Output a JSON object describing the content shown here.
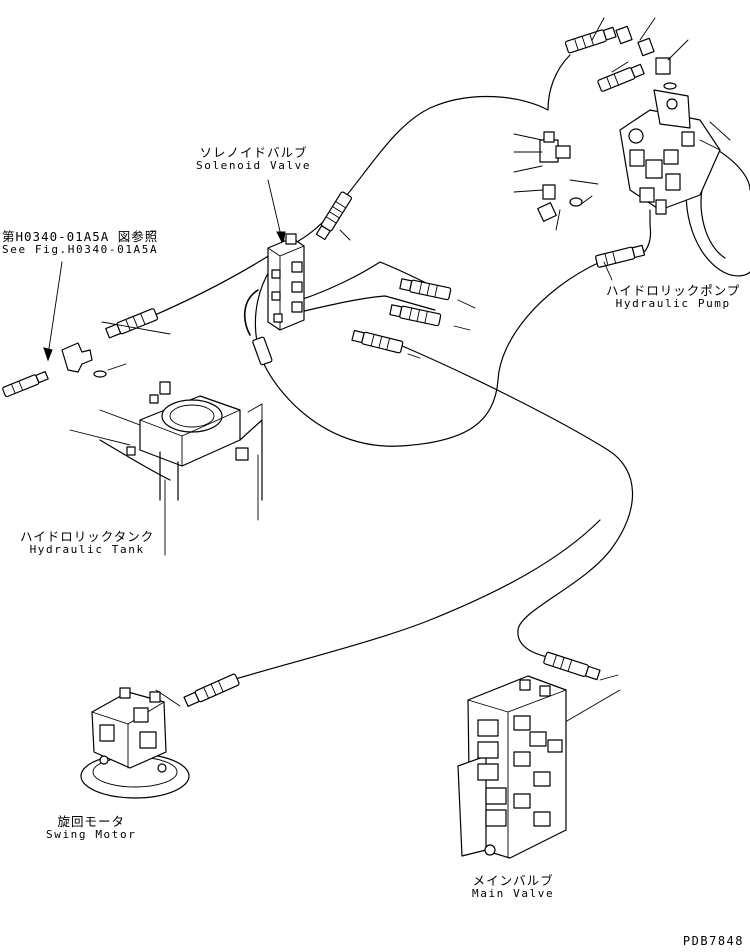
{
  "labels": {
    "solenoid_valve": {
      "jp": "ソレノイドバルブ",
      "en": "Solenoid Valve"
    },
    "see_fig": {
      "jp": "第H0340-01A5A 図参照",
      "en": "See Fig.H0340-01A5A"
    },
    "hydraulic_pump": {
      "jp": "ハイドロリックポンプ",
      "en": "Hydraulic Pump"
    },
    "hydraulic_tank": {
      "jp": "ハイドロリックタンク",
      "en": "Hydraulic Tank"
    },
    "swing_motor": {
      "jp": "旋回モータ",
      "en": "Swing Motor"
    },
    "main_valve": {
      "jp": "メインバルブ",
      "en": "Main Valve"
    }
  },
  "drawing_code": "PDB7848"
}
